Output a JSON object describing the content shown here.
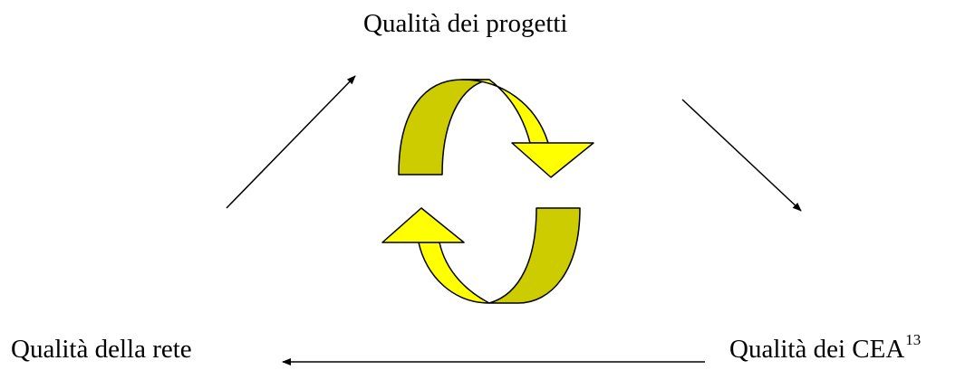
{
  "diagram": {
    "nodes": {
      "top": "Qualità dei progetti",
      "bottom_left": "Qualità della rete",
      "bottom_right": "Qualità dei CEA",
      "bottom_right_footnote": "13"
    },
    "edges": [
      {
        "from": "bottom_left",
        "to": "top"
      },
      {
        "from": "top",
        "to": "bottom_right"
      },
      {
        "from": "bottom_right",
        "to": "bottom_left"
      }
    ],
    "colors": {
      "cycle_light": "#ffff00",
      "cycle_dark": "#cccc00",
      "stroke": "#000000"
    },
    "icons": {
      "center": "cycle-arrows-icon"
    }
  }
}
